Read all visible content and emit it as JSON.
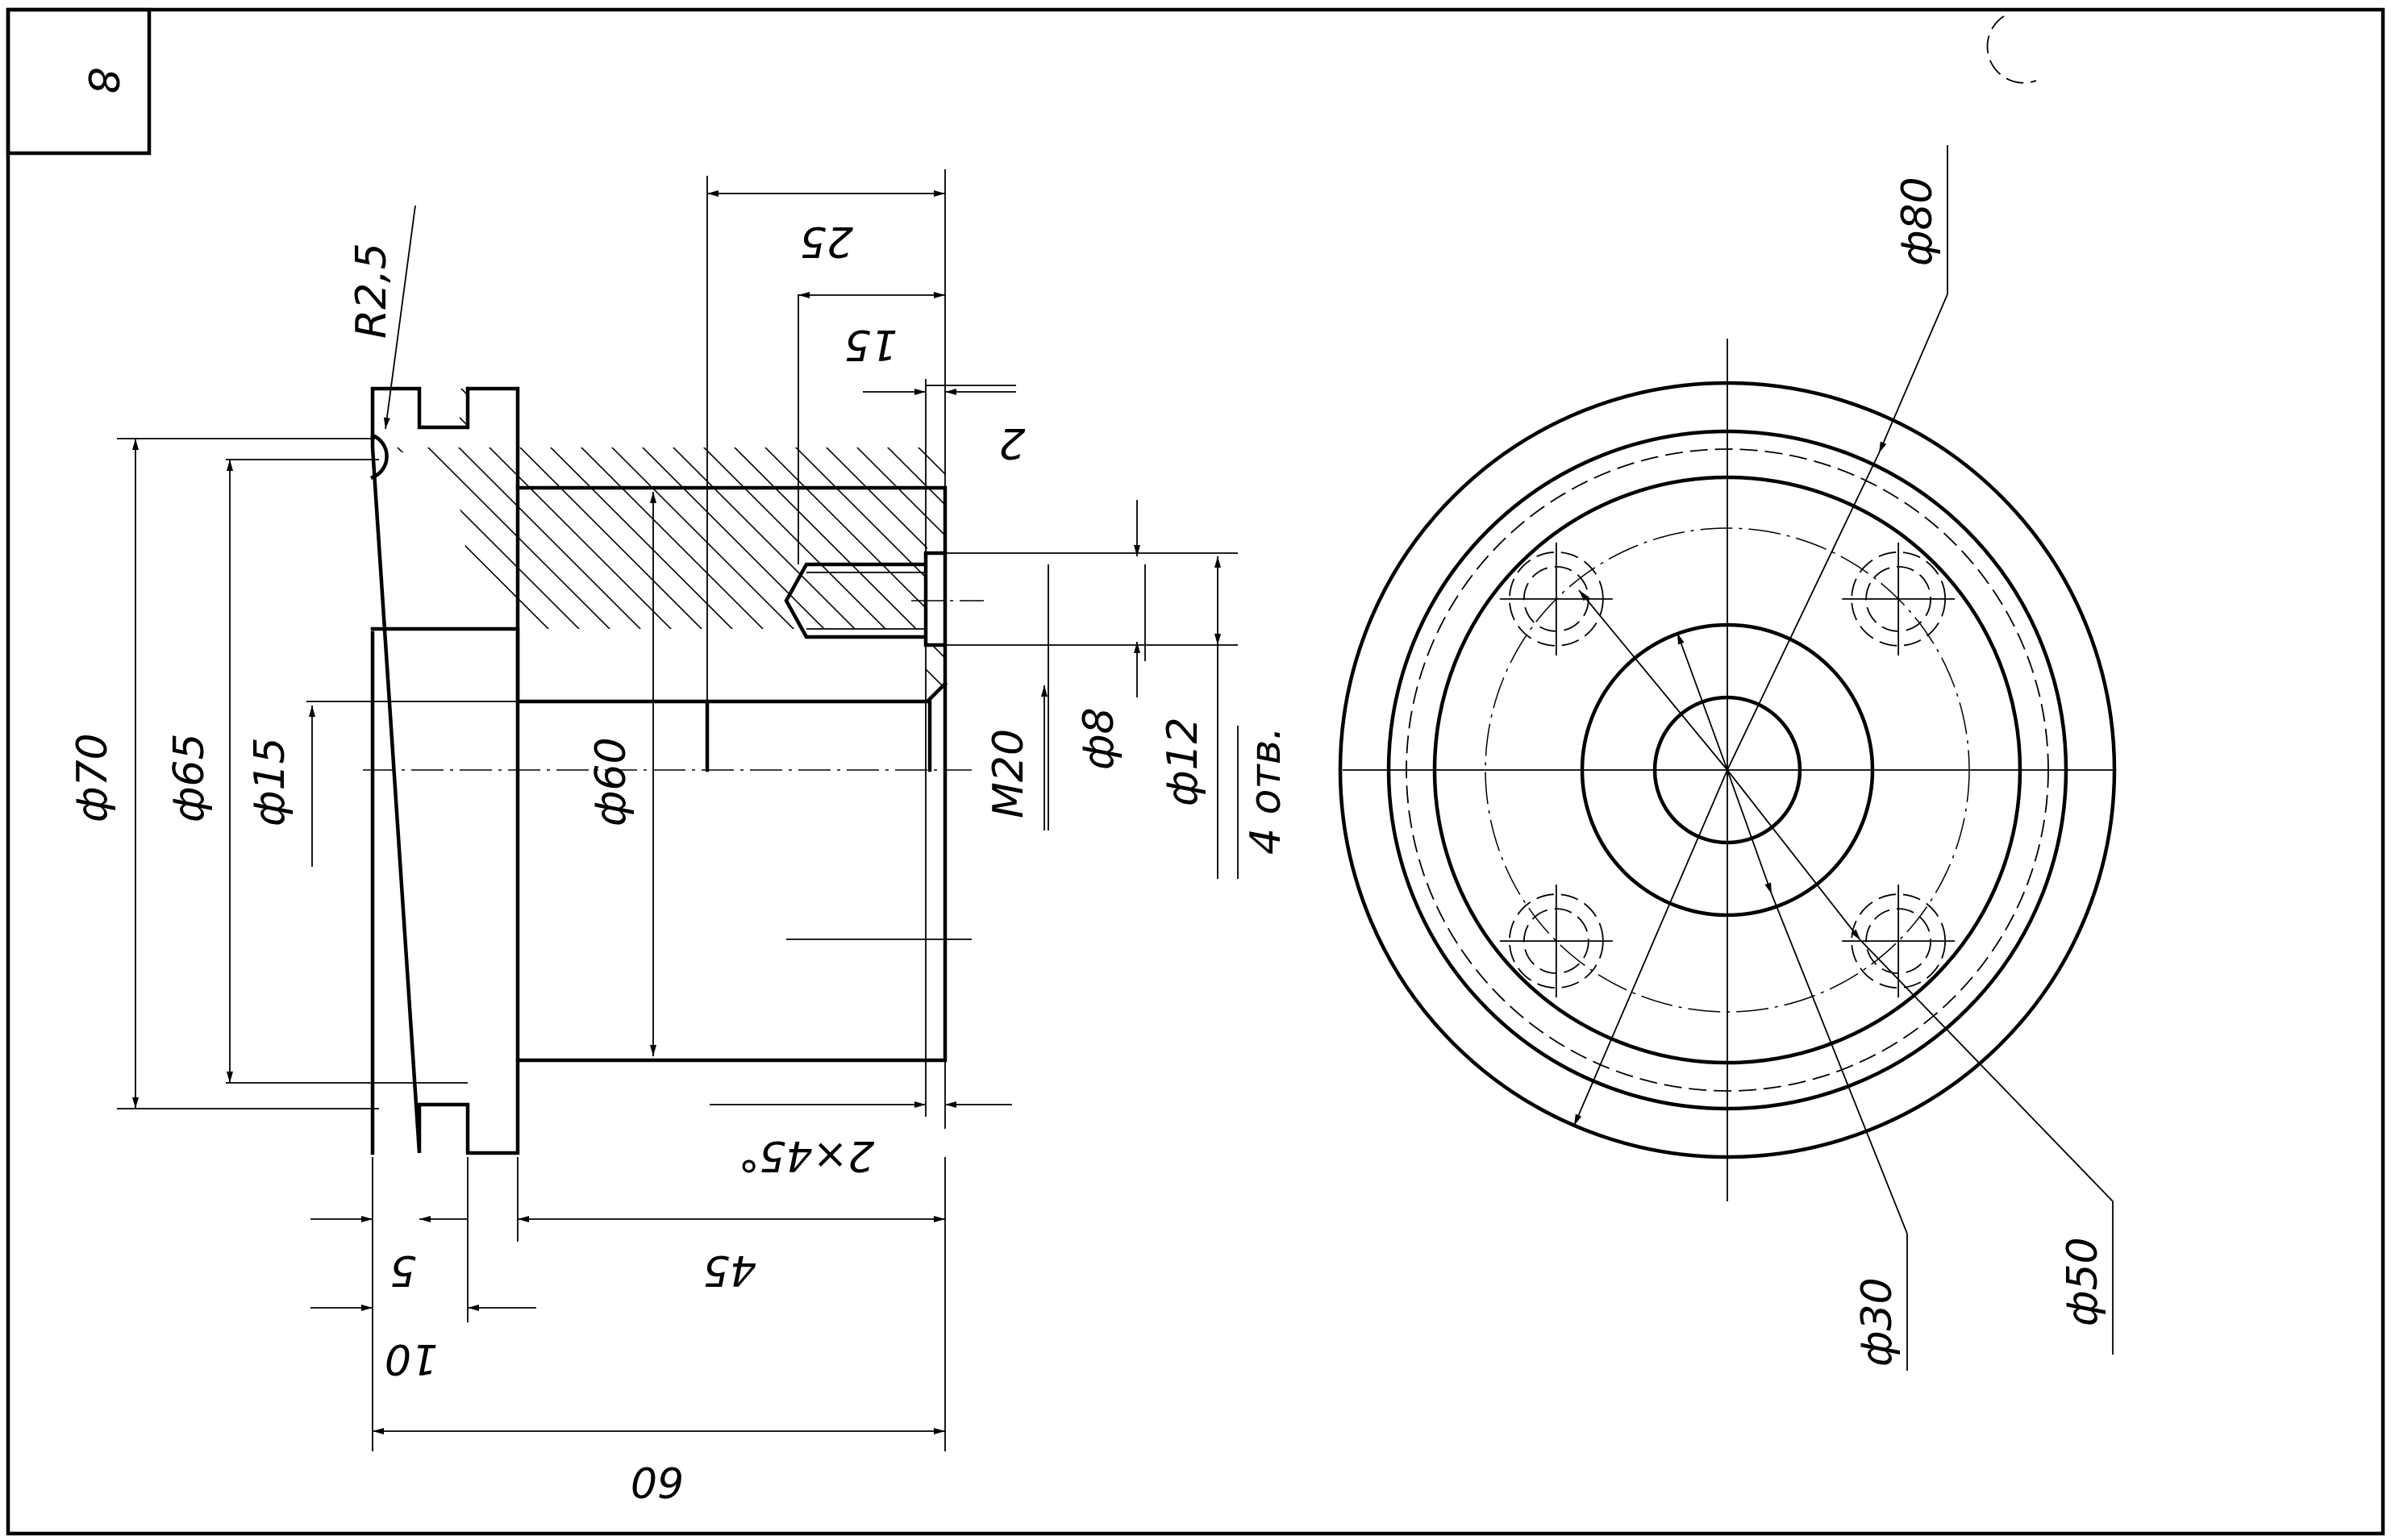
{
  "sheet": {
    "number": "8"
  },
  "dimensions": {
    "r2_5": "R2,5",
    "d70": "ф70",
    "d65": "ф65",
    "d15": "ф15",
    "d60": "ф60",
    "m20": "M20",
    "d8": "ф8",
    "d12": "ф12",
    "holes": "4 отв.",
    "l25": "25",
    "l15": "15",
    "l2": "2",
    "chamfer": "2×45°",
    "l5": "5",
    "l45": "45",
    "l10": "10",
    "l60": "60",
    "d80": "ф80",
    "d30": "ф30",
    "d50": "ф50"
  }
}
